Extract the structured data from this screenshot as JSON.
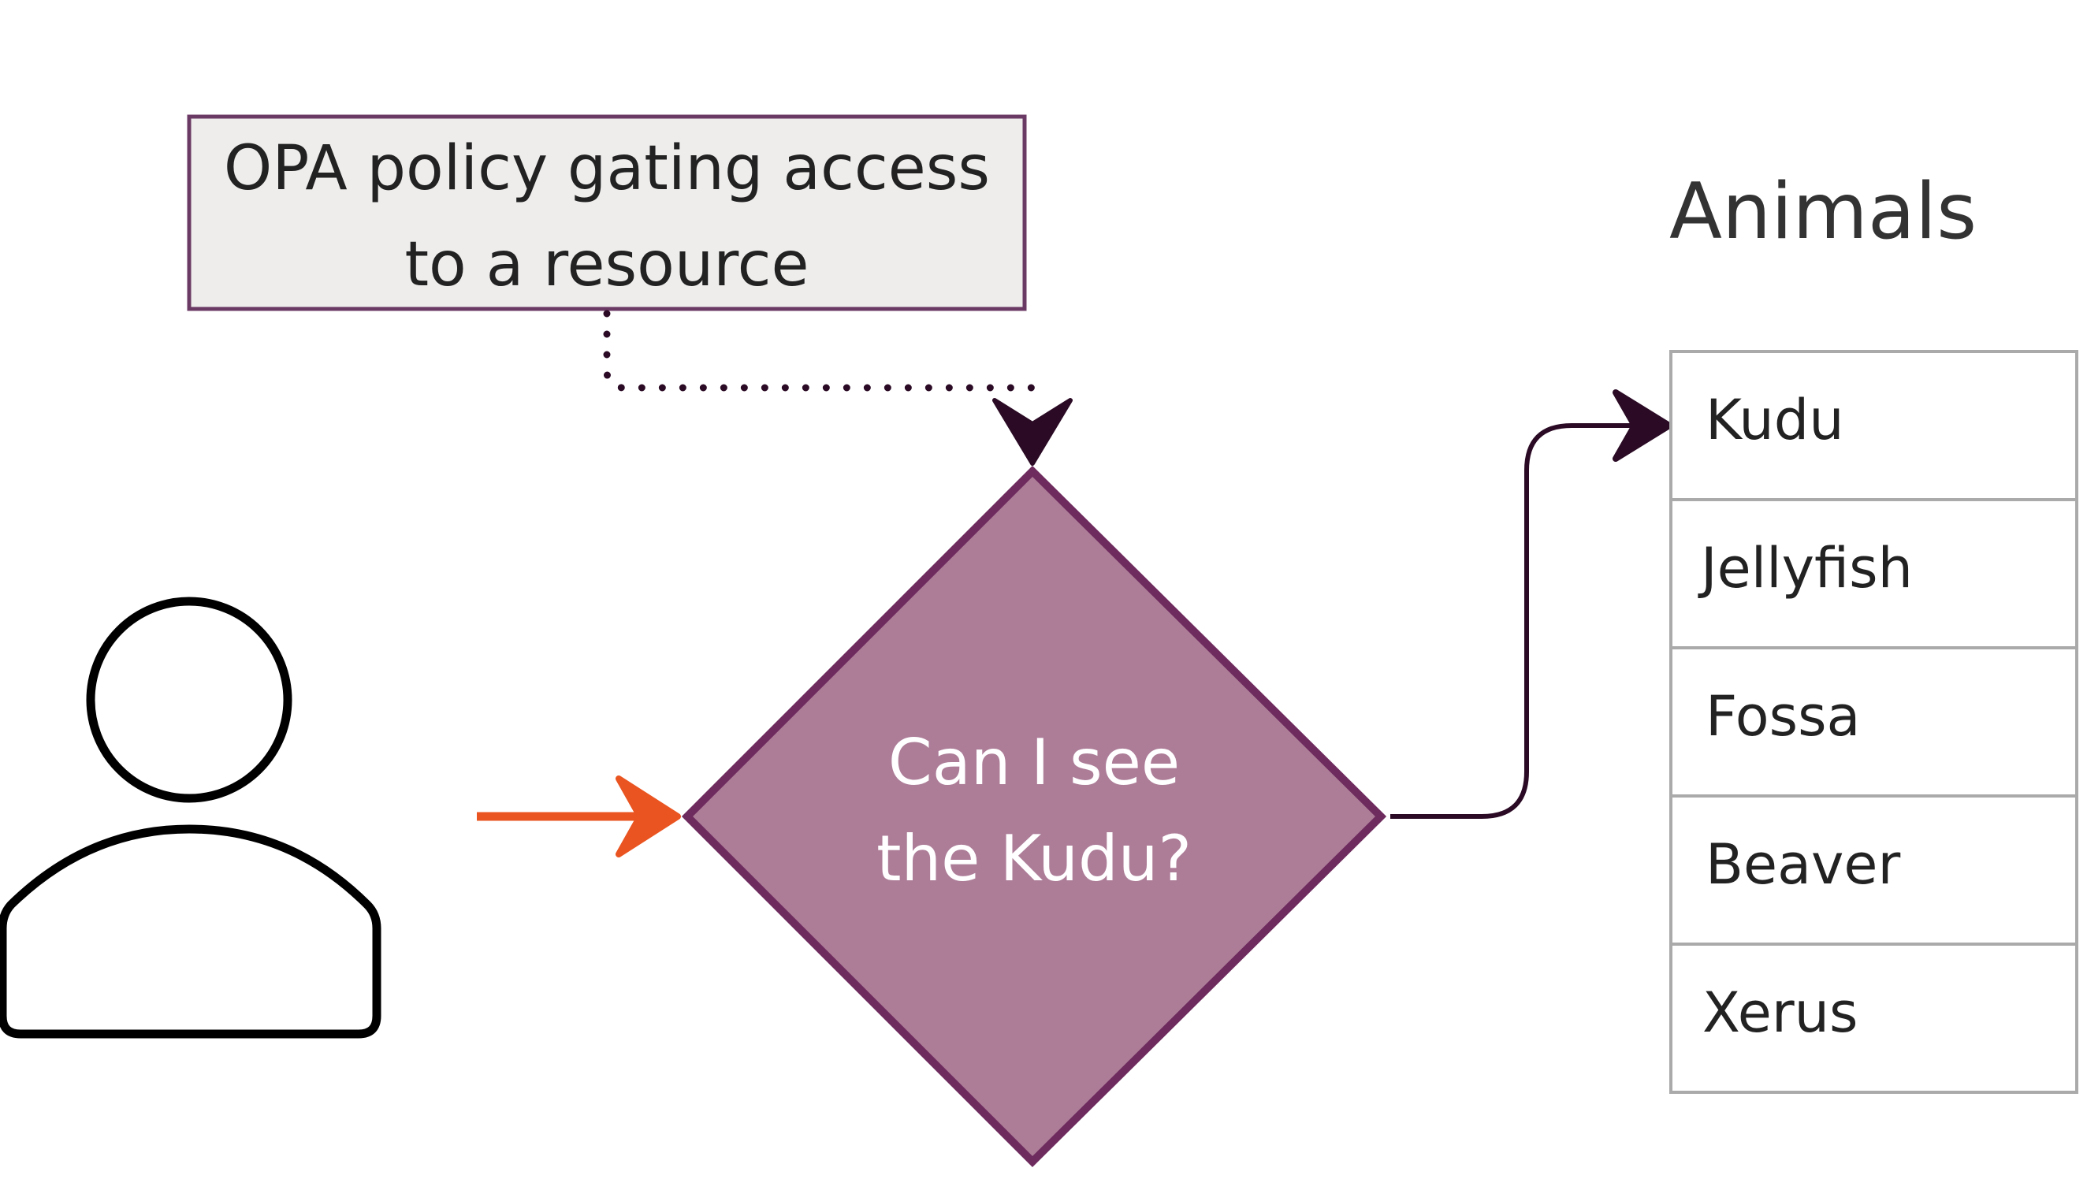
{
  "policy_box": {
    "line1": "OPA policy gating access",
    "line2": "to a resource"
  },
  "decision": {
    "line1": "Can I see",
    "line2": "the Kudu?"
  },
  "animals": {
    "title": "Animals",
    "items": [
      "Kudu",
      "Jellyfish",
      "Fossa",
      "Beaver",
      "Xerus"
    ]
  },
  "colors": {
    "policy_box_fill": "#eeedec",
    "policy_box_border": "#6b3a64",
    "diamond_fill": "#ad7d98",
    "diamond_border": "#6e2b5e",
    "dark_arrow": "#2a0a24",
    "orange_arrow": "#e95420",
    "list_border": "#aaaaaa",
    "text_dark": "#222222",
    "text_white": "#ffffff"
  },
  "icons": {
    "user": "user-icon"
  }
}
